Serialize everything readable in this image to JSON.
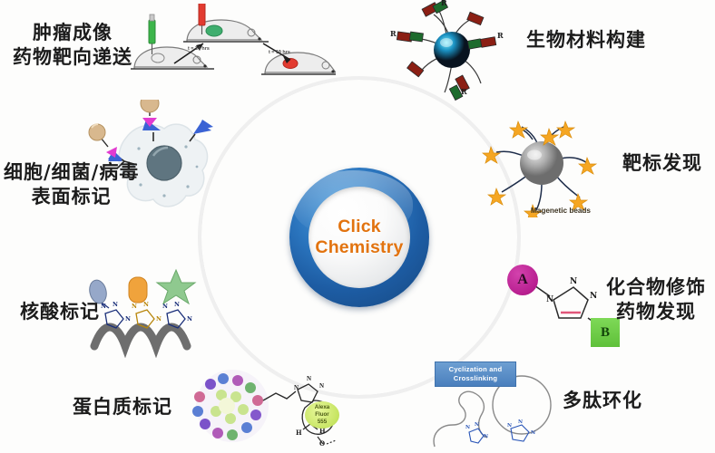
{
  "figure": {
    "title": "Click Chemistry applications radial diagram",
    "center": {
      "line1": "Click",
      "line2": "Chemistry",
      "text_color": "#e2730f",
      "ring_color": "#1d5ca3"
    },
    "arrow_color": "#6aa4dc",
    "background": "#fdfdfc",
    "arrow_count": 8
  },
  "categories": [
    {
      "id": "tumor-imaging",
      "label": "肿瘤成像\n药物靶向递送",
      "position": "top-left"
    },
    {
      "id": "biomaterial",
      "label": "生物材料构建",
      "position": "top-right"
    },
    {
      "id": "cell-surface",
      "label": "细胞/细菌/病毒\n表面标记",
      "position": "left"
    },
    {
      "id": "target-discovery",
      "label": "靶标发现",
      "position": "right"
    },
    {
      "id": "nucleic-acid",
      "label": "核酸标记",
      "position": "lower-left"
    },
    {
      "id": "compound-drug",
      "label": "化合物修饰\n药物发现",
      "position": "lower-right"
    },
    {
      "id": "protein-labeling",
      "label": "蛋白质标记",
      "position": "bottom-left"
    },
    {
      "id": "peptide-cyclization",
      "label": "多肽环化",
      "position": "bottom-right"
    }
  ],
  "inline_captions": {
    "magnetic_beads": "Magenetic beads",
    "cyclization_badge": "Cyclization and\nCrosslinking",
    "alexa_fluor": "Alexa\nFluor\n555",
    "node_a": "A",
    "node_b": "B",
    "mouse_time_1": "t = 24 hrs",
    "mouse_time_2": "t = 19 hrs"
  },
  "chemistry_atom_labels": {
    "n1": "N",
    "n2": "N",
    "n3": "N",
    "h1": "H",
    "h2": "H",
    "o1": "O",
    "r1": "R",
    "r2": "R",
    "r3": "R",
    "r4": "R"
  },
  "chart_data": {
    "type": "diagram",
    "title": "Click Chemistry",
    "layout": "radial hub-and-spoke, 8 spokes",
    "categories": [
      "肿瘤成像 药物靶向递送",
      "生物材料构建",
      "细胞/细菌/病毒 表面标记",
      "靶标发现",
      "核酸标记",
      "化合物修饰 药物发现",
      "蛋白质标记",
      "多肽环化"
    ]
  }
}
